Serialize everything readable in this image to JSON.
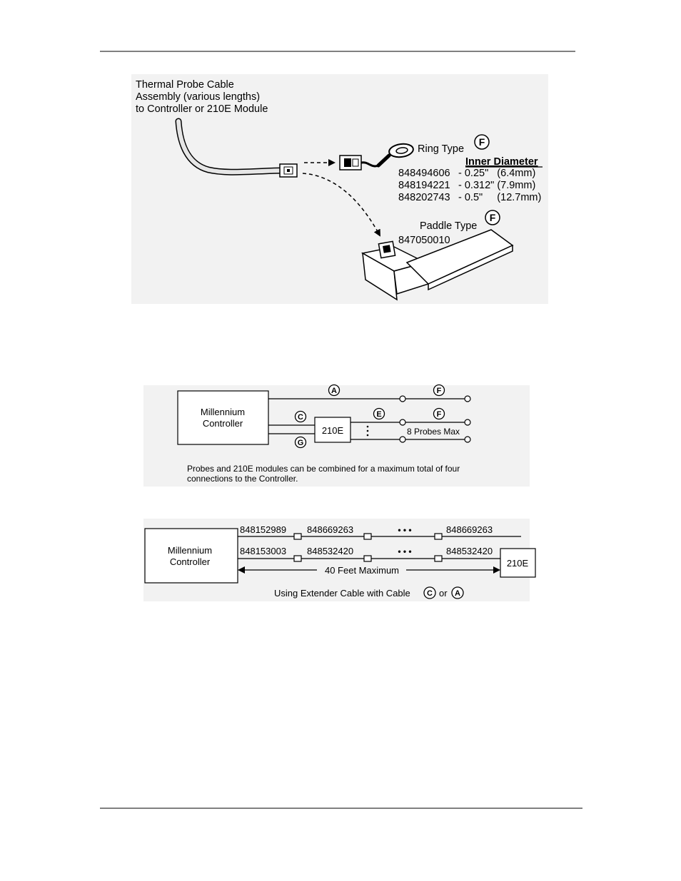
{
  "figure1": {
    "cable_label_lines": [
      "Thermal Probe Cable",
      "Assembly (various lengths)",
      "to Controller or 210E Module"
    ],
    "ring_type_label": "Ring Type",
    "ring_marker": "F",
    "inner_diameter_header": "Inner Diameter",
    "ring_parts": [
      {
        "part": "848494606",
        "spec": "- 0.25\"   (6.4mm)"
      },
      {
        "part": "848194221",
        "spec": "- 0.312\" (7.9mm)"
      },
      {
        "part": "848202743",
        "spec": "- 0.5\"     (12.7mm)"
      }
    ],
    "paddle_type_label": "Paddle Type",
    "paddle_marker": "F",
    "paddle_part": "847050010"
  },
  "figure2": {
    "controller_label_lines": [
      "Millennium",
      "Controller"
    ],
    "markers": {
      "a": "A",
      "c": "C",
      "e": "E",
      "f1": "F",
      "f2": "F",
      "g": "G"
    },
    "module_label": "210E",
    "probes_max_label": "8 Probes Max",
    "note_lines": [
      "Probes and 210E modules can be combined for a maximum total of four",
      "connections to the Controller."
    ]
  },
  "figure3": {
    "controller_label_lines": [
      "Millennium",
      "Controller"
    ],
    "top_row_parts": [
      "848152989",
      "848669263",
      "848669263"
    ],
    "bottom_row_parts": [
      "848153003",
      "848532420",
      "848532420"
    ],
    "ellipsis": "• • •",
    "module_label": "210E",
    "max_length_label": "40 Feet Maximum",
    "caption_prefix": "Using Extender Cable with Cable",
    "caption_marker_1": "C",
    "caption_or": "or",
    "caption_marker_2": "A"
  }
}
